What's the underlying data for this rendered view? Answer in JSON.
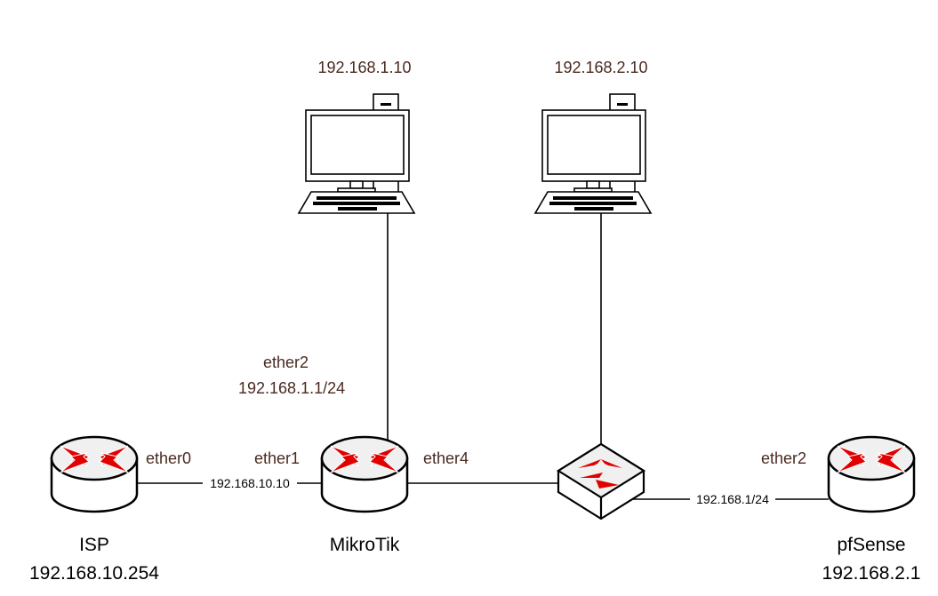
{
  "colors": {
    "line": "#000000",
    "arrow": "#e00000",
    "label": "#4a2a20",
    "device_top": "#f0f0f0"
  },
  "devices": {
    "isp": {
      "name": "ISP",
      "ip": "192.168.10.254",
      "icon": "router-icon"
    },
    "mikrotik": {
      "name": "MikroTik",
      "icon": "router-icon"
    },
    "pfsense": {
      "name": "pfSense",
      "ip": "192.168.2.1",
      "icon": "router-icon"
    },
    "switch": {
      "icon": "switch-icon"
    },
    "pc1": {
      "ip": "192.168.1.10",
      "icon": "computer-icon"
    },
    "pc2": {
      "ip": "192.168.2.10",
      "icon": "computer-icon"
    }
  },
  "interfaces": {
    "isp_ether0": "ether0",
    "mt_ether1": "ether1",
    "mt_ether2": "ether2",
    "mt_ether2_ip": "192.168.1.1/24",
    "mt_ether4": "ether4",
    "pf_ether2": "ether2"
  },
  "links": {
    "isp_mikrotik": "192.168.10.10",
    "switch_pfsense": "192.168.1/24"
  }
}
